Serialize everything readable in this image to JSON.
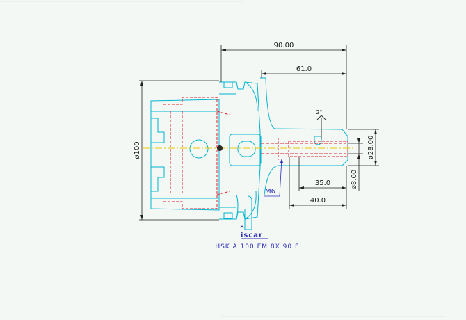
{
  "drawing": {
    "dims": {
      "overall_length": "90.00",
      "gauge_length": "61.0",
      "bore_depth": "35.0",
      "shank_depth": "40.0",
      "flange_dia": "ø100",
      "bore_dia": "ø28.00",
      "hole_dia": "ø8.00",
      "angle": "2°",
      "thread": "M6"
    },
    "logo_text": "iscar",
    "part_name": "HSK  A  100  EM  8X  90  E"
  },
  "colors": {
    "background": "#f4f8f4",
    "outline": "#00b4d0",
    "hidden_lines": "#e0202a",
    "dimension": "#202020",
    "text_blue": "#2c2cb8",
    "center_mark": "#e8c800"
  }
}
